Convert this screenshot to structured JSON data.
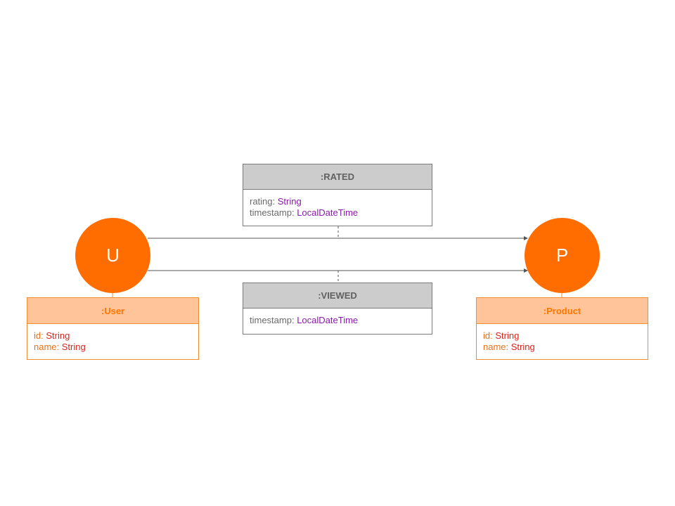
{
  "nodes": {
    "user": {
      "letter": "U",
      "label": ":User",
      "properties": [
        {
          "name": "id",
          "type": "String"
        },
        {
          "name": "name",
          "type": "String"
        }
      ]
    },
    "product": {
      "letter": "P",
      "label": ":Product",
      "properties": [
        {
          "name": "id",
          "type": "String"
        },
        {
          "name": "name",
          "type": "String"
        }
      ]
    }
  },
  "relationships": {
    "rated": {
      "label": ":RATED",
      "properties": [
        {
          "name": "rating",
          "type": "String"
        },
        {
          "name": "timestamp",
          "type": "LocalDateTime"
        }
      ]
    },
    "viewed": {
      "label": ":VIEWED",
      "properties": [
        {
          "name": "timestamp",
          "type": "LocalDateTime"
        }
      ]
    }
  },
  "separator": ": ",
  "colors": {
    "node_fill": "#ff6d00",
    "node_header": "#ffc49a",
    "node_border": "#f08c2e",
    "rel_header": "#cccccc",
    "rel_border": "#7a7a7a",
    "edge": "#555555",
    "type_purple": "#8a1aa8",
    "type_red": "#d9241c"
  }
}
